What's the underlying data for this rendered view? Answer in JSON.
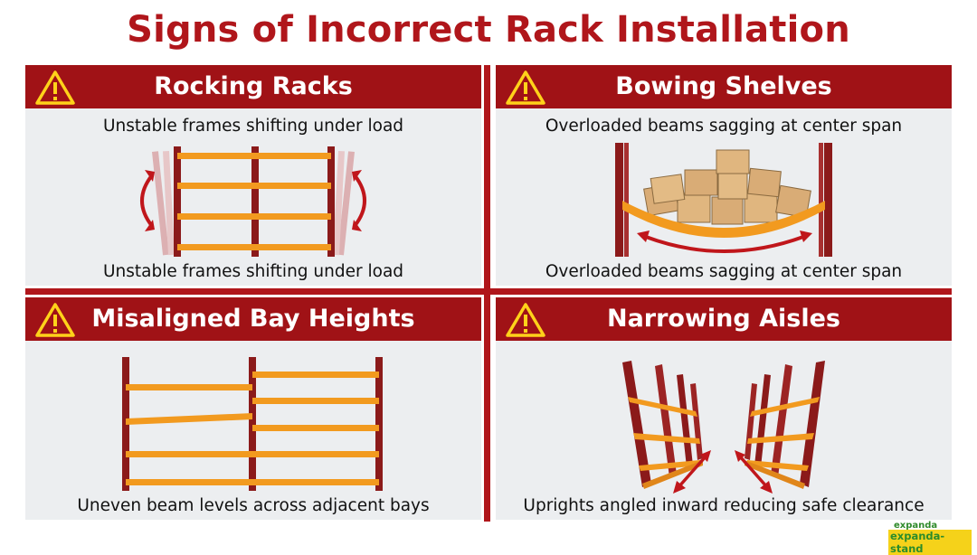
{
  "title": "Signs of Incorrect Rack Installation",
  "panels": [
    {
      "title": "Rocking Racks",
      "caption_top": "Unstable frames shifting under load",
      "caption_bottom": "Unstable frames shifting under load"
    },
    {
      "title": "Bowing Shelves",
      "caption_top": "Overloaded beams sagging at center span",
      "caption_bottom": "Overloaded beams sagging at center span"
    },
    {
      "title": "Misaligned Bay Heights",
      "caption_bottom": "Uneven beam levels across adjacent bays"
    },
    {
      "title": "Narrowing Aisles",
      "caption_bottom": "Uprights angled inward reducing safe clearance"
    }
  ],
  "logo": {
    "top": "expanda",
    "main": "expanda-stand"
  },
  "colors": {
    "header": "#a01216",
    "title": "#b0161b",
    "beam": "#f29a1f",
    "upright": "#8b1a1a",
    "panel": "#eceef0",
    "arrow": "#c0161b"
  }
}
